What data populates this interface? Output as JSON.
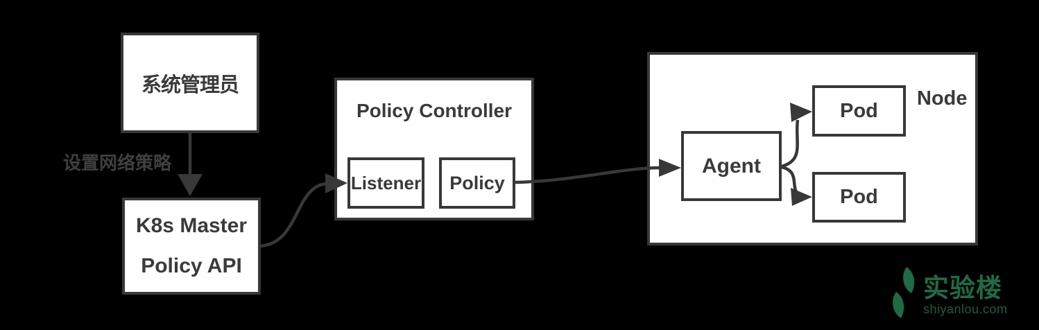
{
  "diagram": {
    "background_color": "#000000",
    "stroke_color": "#383838",
    "box_fill": "#ffffff",
    "text_color": "#3a3a3a",
    "nodes": {
      "system_admin": {
        "label": "系统管理员"
      },
      "k8s_master": {
        "line1": "K8s Master",
        "line2": "Policy API"
      },
      "policy_controller": {
        "label": "Policy Controller"
      },
      "listener": {
        "label": "Listener"
      },
      "policy": {
        "label": "Policy"
      },
      "node": {
        "label": "Node"
      },
      "agent": {
        "label": "Agent"
      },
      "pod_top": {
        "label": "Pod"
      },
      "pod_bottom": {
        "label": "Pod"
      }
    },
    "edges": {
      "set_network_policy": {
        "label": "设置网络策略"
      }
    },
    "watermark": {
      "brand": "实验楼",
      "domain": "shiyanlou.com",
      "color": "#1e6b45",
      "domain_color": "#1c5f3e"
    }
  }
}
